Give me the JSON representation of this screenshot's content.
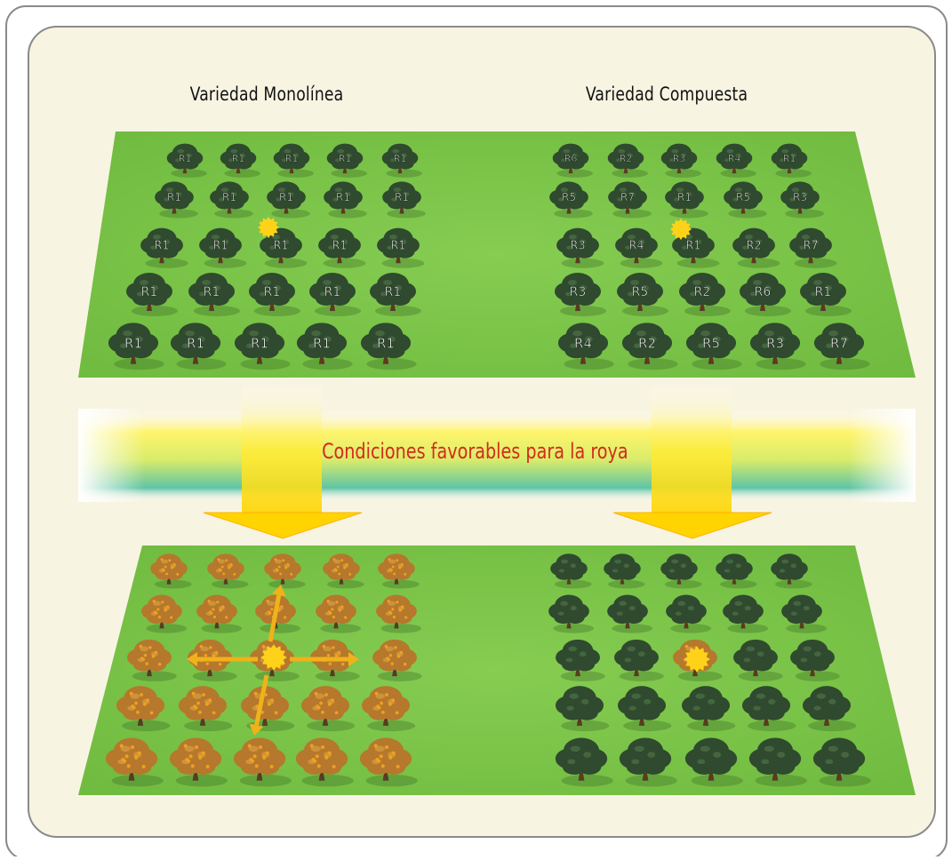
{
  "titles": {
    "monoline": "Variedad Monolínea",
    "composite": "Variedad Compuesta"
  },
  "banner": {
    "text": "Condiciones favorables para la roya"
  },
  "fields": {
    "monoline_top": [
      [
        "R1",
        "R1",
        "R1",
        "R1",
        "R1"
      ],
      [
        "R1",
        "R1",
        "R1",
        "R1",
        "R1"
      ],
      [
        "R1",
        "R1",
        "R1",
        "R1",
        "R1"
      ],
      [
        "R1",
        "R1",
        "R1",
        "R1",
        "R1"
      ],
      [
        "R1",
        "R1",
        "R1",
        "R1",
        "R1"
      ]
    ],
    "composite_top": [
      [
        "R6",
        "R2",
        "R3",
        "R4",
        "R1"
      ],
      [
        "R5",
        "R7",
        "R1",
        "R5",
        "R3"
      ],
      [
        "R3",
        "R4",
        "R1",
        "R2",
        "R7"
      ],
      [
        "R3",
        "R5",
        "R2",
        "R6",
        "R1"
      ],
      [
        "R4",
        "R2",
        "R5",
        "R3",
        "R7"
      ]
    ]
  },
  "infection": {
    "initial_tree_row": 2,
    "initial_tree_col": 2,
    "monoline_bottom_state": "all-infected",
    "composite_bottom_state": "only-initial-infected"
  },
  "colors": {
    "frame_bg": "#f8f4e2",
    "field_green": "#7ec64a",
    "tree_dark": "#2f4a2e",
    "tree_infected": "#b5782c",
    "rust_spot": "#ffd21a",
    "arrow_yellow": "#ffd400",
    "banner_text": "#d42a1e"
  }
}
